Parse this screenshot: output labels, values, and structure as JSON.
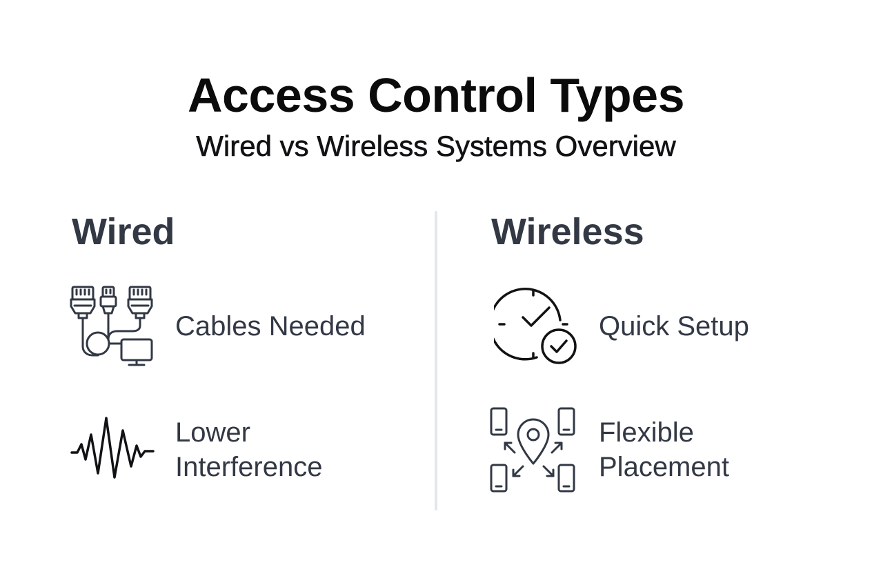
{
  "header": {
    "title": "Access Control Types",
    "subtitle": "Wired vs Wireless Systems Overview"
  },
  "columns": {
    "wired": {
      "heading": "Wired",
      "items": [
        {
          "icon": "ethernet-cables-icon",
          "label_lines": [
            "Cables Needed"
          ]
        },
        {
          "icon": "signal-waveform-icon",
          "label_lines": [
            "Lower",
            "Interference"
          ]
        }
      ]
    },
    "wireless": {
      "heading": "Wireless",
      "items": [
        {
          "icon": "clock-check-icon",
          "label_lines": [
            "Quick Setup"
          ]
        },
        {
          "icon": "location-devices-icon",
          "label_lines": [
            "Flexible",
            "Placement"
          ]
        }
      ]
    }
  },
  "colors": {
    "title": "#0b0b0c",
    "heading": "#323844",
    "icon_stroke": "#323844",
    "divider": "#e4e7ec"
  }
}
